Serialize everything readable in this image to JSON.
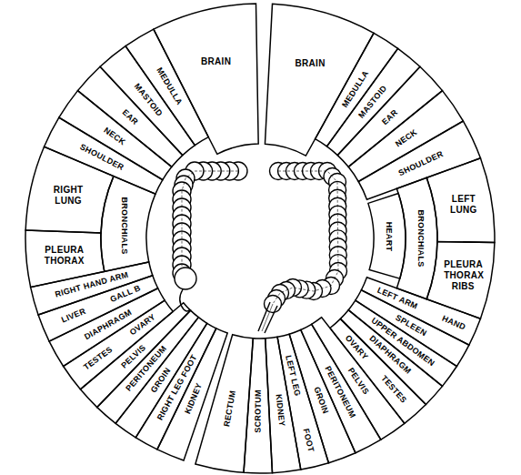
{
  "diagram": {
    "nodes": [
      {
        "text": [
          "BRAIN"
        ]
      },
      {
        "text": [
          "MEDULLA"
        ]
      },
      {
        "text": [
          "MASTOID"
        ]
      },
      {
        "text": [
          "EAR"
        ]
      },
      {
        "text": [
          "NECK"
        ]
      },
      {
        "text": [
          "SHOULDER"
        ]
      },
      {
        "text": [
          "RIGHT LUNG"
        ]
      },
      {
        "text": [
          "BRONCHIALS"
        ]
      },
      {
        "text": [
          "PLEURA THORAX"
        ]
      },
      {
        "text": [
          "RIGHT HAND ARM"
        ]
      },
      {
        "text": [
          "LIVER",
          "GALL B"
        ]
      },
      {
        "text": [
          "DIAPHRAGM"
        ]
      },
      {
        "text": [
          "TESTES",
          "OVARY"
        ]
      },
      {
        "text": [
          "PELVIS"
        ]
      },
      {
        "text": [
          "PERITONEUM"
        ]
      },
      {
        "text": [
          "GROIN"
        ]
      },
      {
        "text": [
          "RIGHT LEG FOOT"
        ]
      },
      {
        "text": [
          "KIDNEY"
        ]
      },
      {
        "text": [
          "BRAIN"
        ]
      },
      {
        "text": [
          "MEDULLA"
        ]
      },
      {
        "text": [
          "MASTOID"
        ]
      },
      {
        "text": [
          "EAR"
        ]
      },
      {
        "text": [
          "NECK"
        ]
      },
      {
        "text": [
          "SHOULDER"
        ]
      },
      {
        "text": [
          "HEART"
        ]
      },
      {
        "text": [
          "BRONCHIALS"
        ]
      },
      {
        "text": [
          "LEFT LUNG"
        ]
      },
      {
        "text": [
          "PLEURA THORAX RIBS"
        ]
      },
      {
        "text": [
          "LEFT ARM",
          "HAND"
        ]
      },
      {
        "text": [
          "SPLEEN"
        ]
      },
      {
        "text": [
          "UPPER ABDOMEN"
        ]
      },
      {
        "text": [
          "DIAPHRAGM"
        ]
      },
      {
        "text": [
          "OVARY",
          "TESTES"
        ]
      },
      {
        "text": [
          "PELVIS"
        ]
      },
      {
        "text": [
          "PERITONEUM"
        ]
      },
      {
        "text": [
          "GROIN"
        ]
      },
      {
        "text": [
          "LEFT LEG",
          "FOOT"
        ]
      },
      {
        "text": [
          "KIDNEY"
        ]
      },
      {
        "text": [
          "SCROTUM"
        ]
      },
      {
        "text": [
          "RECTUM"
        ]
      }
    ]
  }
}
